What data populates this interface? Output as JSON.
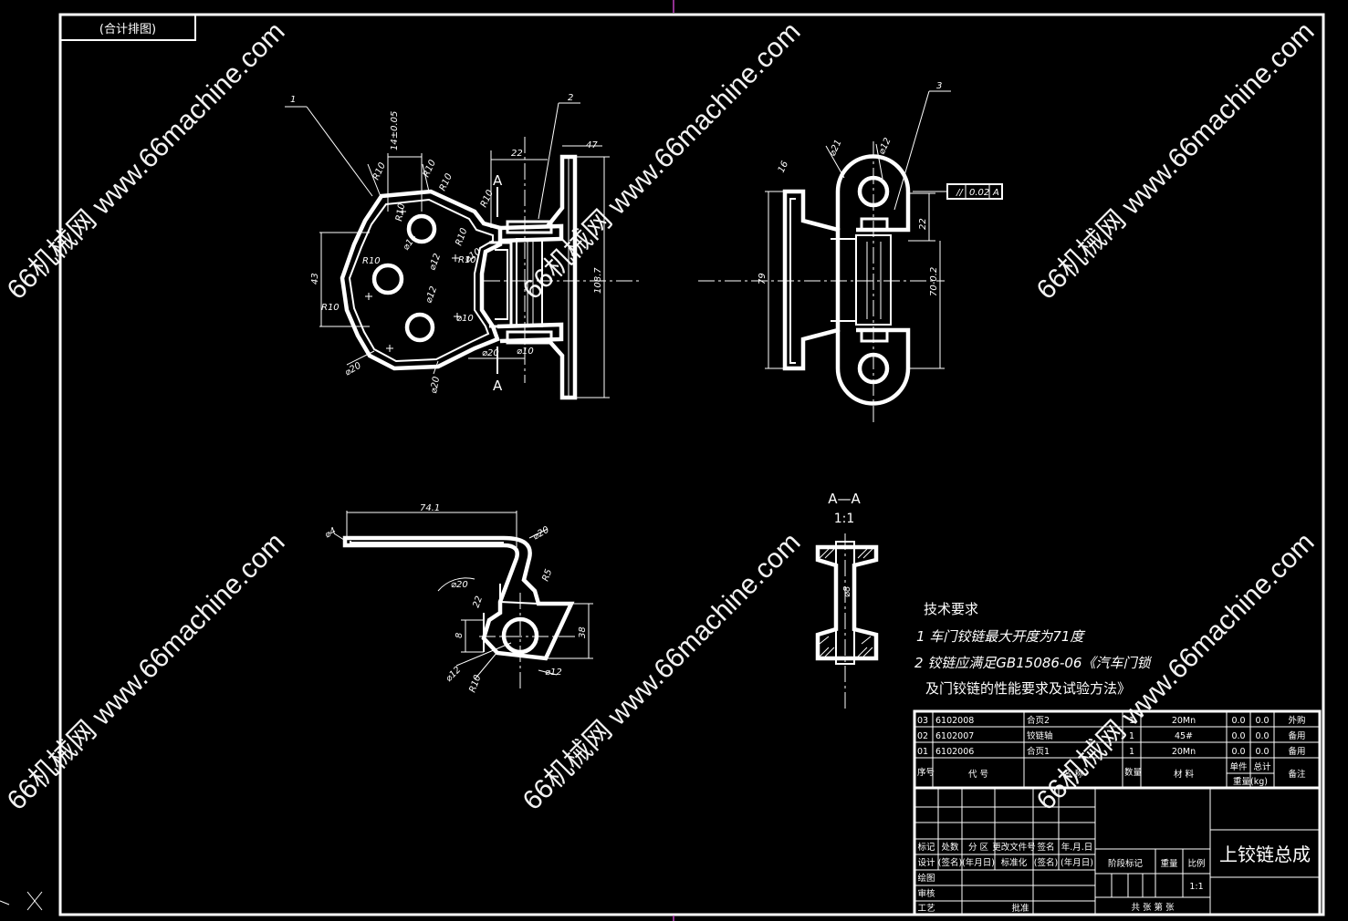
{
  "header_label": "(合计排图)",
  "watermark": "66机械网 www.66machine.com",
  "section_title": "A—A",
  "section_scale": "1:1",
  "section_marker": "A",
  "callouts": [
    "1",
    "2",
    "3"
  ],
  "dimensions": {
    "front": [
      "R10",
      "R10",
      "R10",
      "R10",
      "R10",
      "R10",
      "R10",
      "14±0.05",
      "22",
      "⌀14",
      "⌀12",
      "⌀12",
      "43",
      "R10",
      "R10",
      "⌀20",
      "⌀10",
      "⌀10",
      "⌀20",
      "⌀20",
      "47",
      "108.7",
      "⌀10"
    ],
    "side": [
      "⌀21",
      "⌀12",
      "16",
      "22",
      "79",
      "70-0.2"
    ],
    "bottom": [
      "74.1",
      "⌀4",
      "⌀20",
      "⌀20",
      "R5",
      "22",
      "8",
      "⌀12",
      "R10",
      "38",
      "⌀12"
    ],
    "section": [
      "⌀8"
    ]
  },
  "tolerance_frame": {
    "symbol": "//",
    "value": "0.02",
    "datum": "A"
  },
  "tech_requirements": {
    "title": "技术要求",
    "items": [
      "1 车门铰链最大开度为71度",
      "2 铰链应满足GB15086-06《汽车门锁",
      "及门铰链的性能要求及试验方法》"
    ]
  },
  "parts_list": {
    "rows": [
      {
        "seq": "03",
        "code": "6102008",
        "name": "合页2",
        "qty": "1",
        "material": "20Mn",
        "unit": "0.0",
        "total": "0.0",
        "note": "外购"
      },
      {
        "seq": "02",
        "code": "6102007",
        "name": "铰链轴",
        "qty": "1",
        "material": "45#",
        "unit": "0.0",
        "total": "0.0",
        "note": "备用"
      },
      {
        "seq": "01",
        "code": "6102006",
        "name": "合页1",
        "qty": "1",
        "material": "20Mn",
        "unit": "0.0",
        "total": "0.0",
        "note": "备用"
      }
    ],
    "header": {
      "seq": "序号",
      "code": "代  号",
      "name": "名  称",
      "qty": "数量",
      "material": "材  料",
      "unit": "单件",
      "total": "总计",
      "weight": "重量(kg)",
      "note": "备注"
    }
  },
  "title_block": {
    "title": "上铰链总成",
    "row_labels": [
      "标记",
      "处数",
      "分 区",
      "更改文件号",
      "签名",
      "年.月.日"
    ],
    "design": [
      "设计",
      "(签名)",
      "(年月日)",
      "标准化",
      "(签名)",
      "(年月日)"
    ],
    "stage_labels": [
      "阶段标记",
      "重量",
      "比例"
    ],
    "scale": "1:1",
    "left_labels": [
      "绘图",
      "审核",
      "工艺"
    ],
    "approve": "批准",
    "sheet": "共  张  第  张"
  }
}
